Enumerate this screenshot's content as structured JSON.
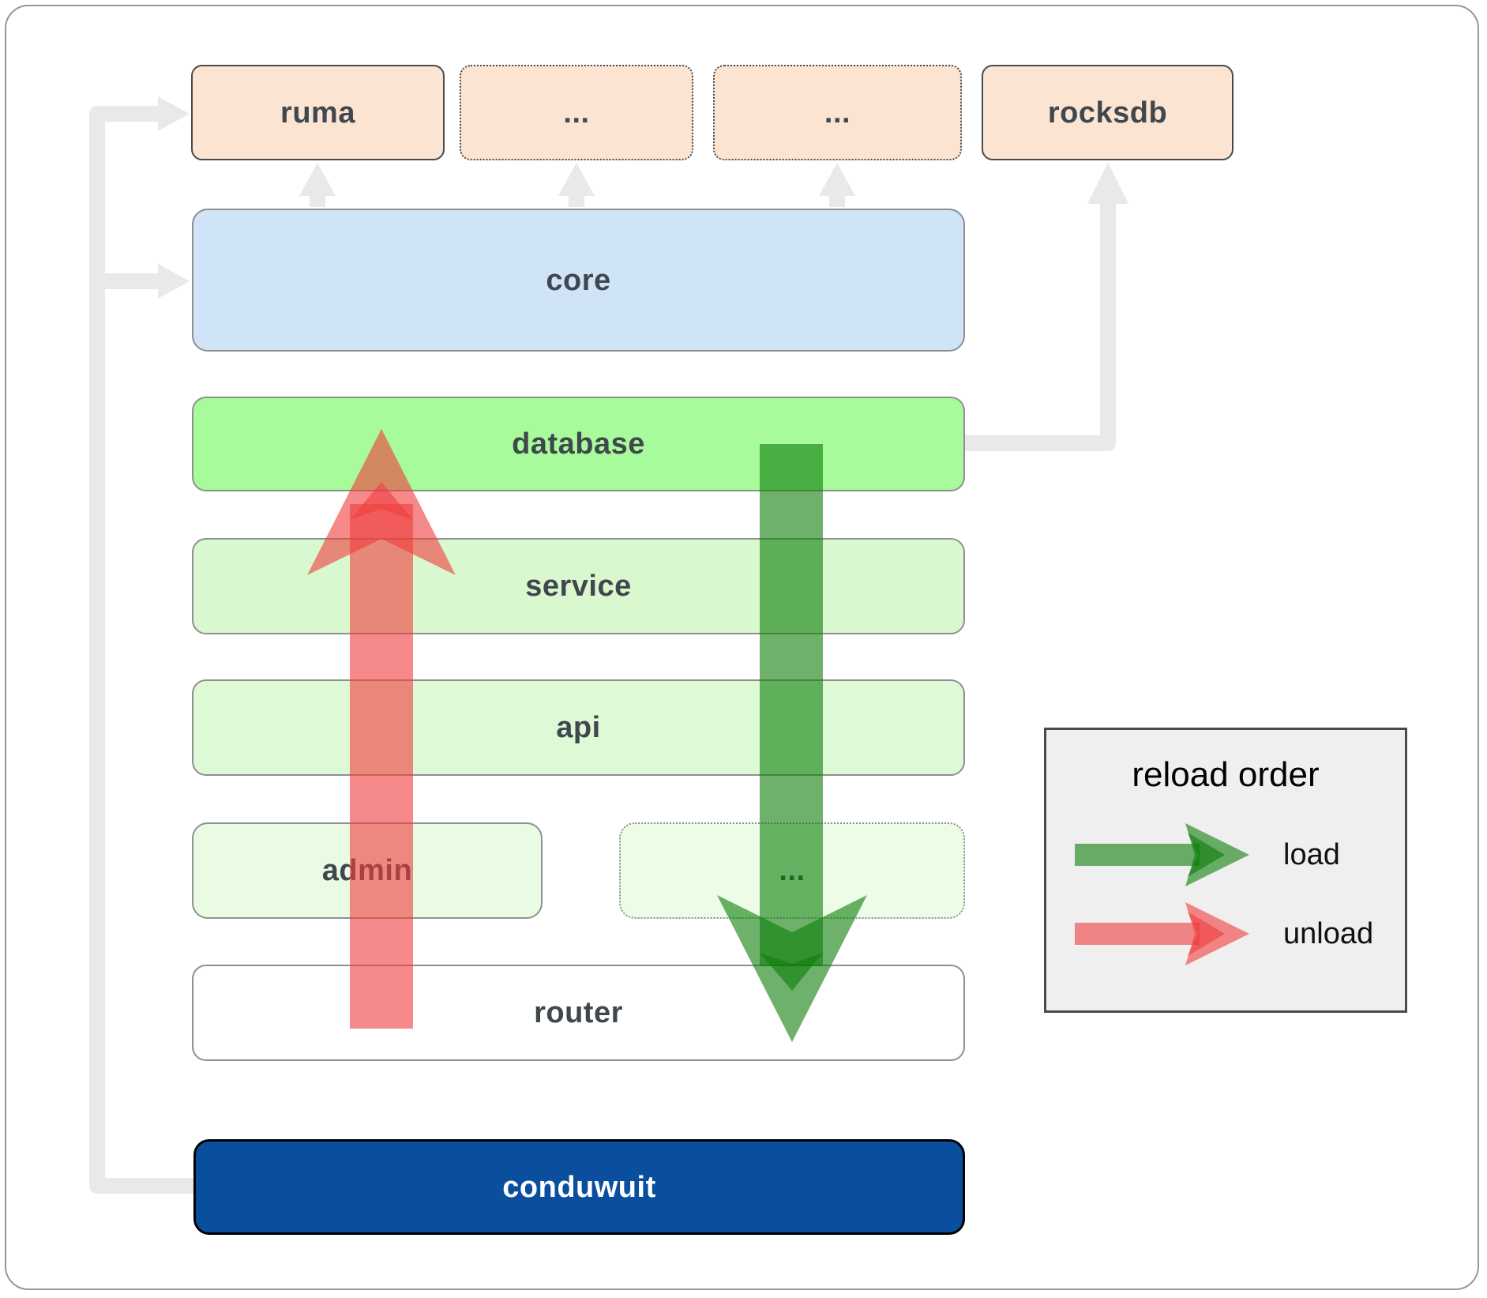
{
  "diagram": {
    "top_row": [
      {
        "label": "ruma",
        "border": "solid"
      },
      {
        "label": "...",
        "border": "dotted"
      },
      {
        "label": "...",
        "border": "dotted"
      },
      {
        "label": "rocksdb",
        "border": "solid"
      }
    ],
    "top_fill": "#fce4d2",
    "core": {
      "label": "core",
      "fill": "#d0e4f7"
    },
    "database": {
      "label": "database",
      "fill": "#a7fb9b"
    },
    "service": {
      "label": "service",
      "fill": "#d9f8d0"
    },
    "api": {
      "label": "api",
      "fill": "#def9d5"
    },
    "admin": {
      "label": "admin",
      "fill": "#eafbe4"
    },
    "admin_ellipsis": {
      "label": "...",
      "fill": "#ecfce6"
    },
    "router": {
      "label": "router",
      "fill": "#ffffff"
    },
    "app": {
      "label": "conduwuit",
      "fill": "#0a4f9e"
    }
  },
  "arrows": {
    "load_color": "#0b7d08",
    "unload_color": "#f03c3c",
    "connector_color": "#e9e9e9"
  },
  "legend": {
    "title": "reload order",
    "items": [
      {
        "label": "load",
        "color": "#0b7d08"
      },
      {
        "label": "unload",
        "color": "#f03c3c"
      }
    ]
  }
}
